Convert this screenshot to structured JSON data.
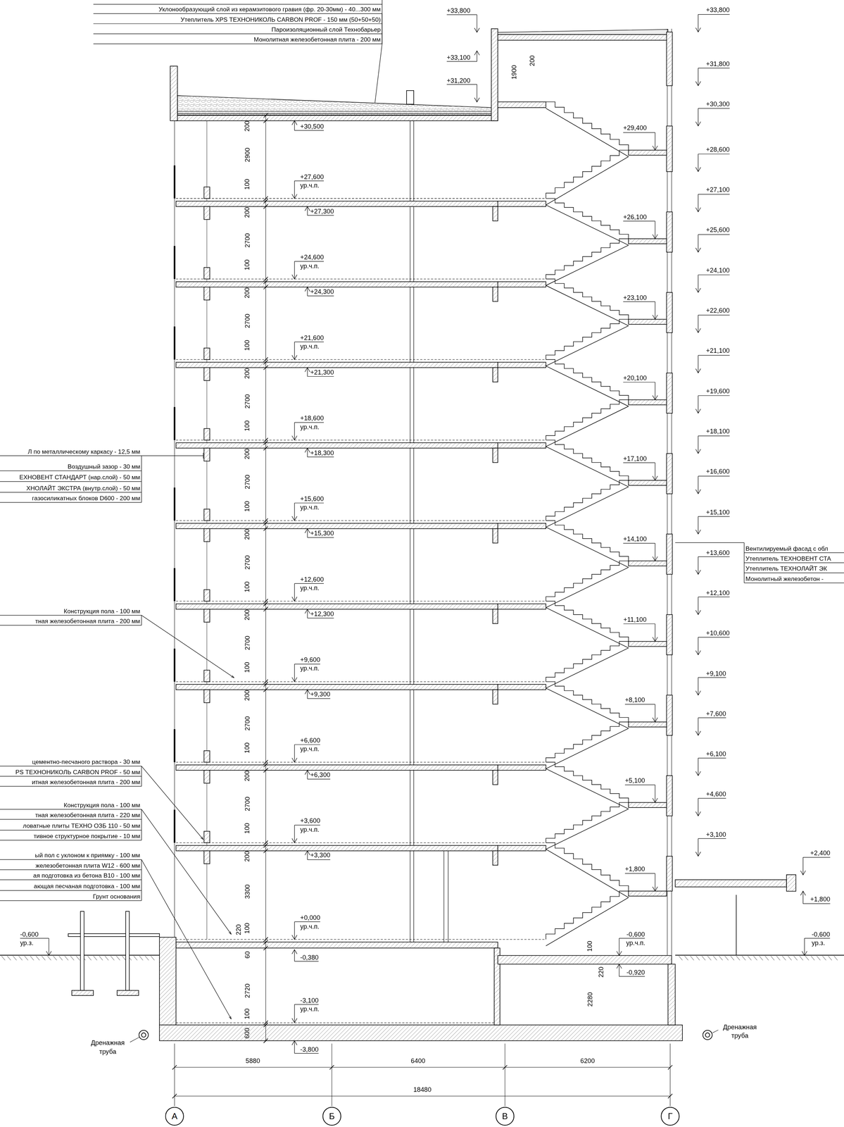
{
  "diagram": {
    "nodes": [
      {
        "text": [
          "А"
        ]
      },
      {
        "text": [
          "Б"
        ]
      },
      {
        "text": [
          "В"
        ]
      },
      {
        "text": [
          "Г"
        ]
      }
    ],
    "labels": [
      "Уклонообразующий слой из керамзитового гравия (фр. 20-30мм) - 40...300 мм",
      "Утеплитель XPS ТЕХНОНИКОЛЬ CARBON PROF - 150 мм (50+50+50)",
      "Пароизоляционный слой Технобарьер",
      "Монолитная железобетонная плита - 200 мм",
      "Л по металлическому каркасу - 12,5 мм",
      "Воздушный зазор - 30 мм",
      "ЕХНОВЕНТ СТАНДАРТ (нар.слой) - 50 мм",
      "ХНОЛАЙТ ЭКСТРА (внутр.слой) - 50 мм",
      "газосиликатных блоков D600 - 200 мм",
      "Конструкция пола - 100 мм",
      "тная железобетонная плита - 200 мм",
      "цементно-песчаного раствора - 30 мм",
      "PS ТЕХНОНИКОЛЬ CARBON PROF - 50 мм",
      "итная железобетонная плита - 200 мм",
      "Конструкция пола - 100 мм",
      "тная железобетонная плита - 220 мм",
      "ловатные плиты ТЕХНО ОЗБ 110 - 50 мм",
      "тивное структурное покрытие - 10 мм",
      "ый пол с уклоном к приямку - 100 мм",
      "железобетонная плита W12 - 600 мм",
      "ая подготовка из бетона В10 - 100 мм",
      "ающая песчаная подготовка - 100 мм",
      "Грунт основания",
      "Вентилируемый фасад с обл",
      "Утеплитель ТЕХНОВЕНТ СТА",
      "Утеплитель ТЕХНОЛАЙТ ЭК",
      "Монолитный железобетон -",
      "+30,500",
      "+27,600",
      "ур.ч.п.",
      "+27,300",
      "+24,600",
      "ур.ч.п.",
      "+24,300",
      "+21,600",
      "ур.ч.п.",
      "+21,300",
      "+18,600",
      "ур.ч.п.",
      "+18,300",
      "+15,600",
      "ур.ч.п.",
      "+15,300",
      "+12,600",
      "ур.ч.п.",
      "+12,300",
      "+9,600",
      "ур.ч.п.",
      "+9,300",
      "+6,600",
      "ур.ч.п.",
      "+6,300",
      "+3,600",
      "ур.ч.п.",
      "+3,300",
      "+0,000",
      "ур.ч.п.",
      "-0,380",
      "-3,100",
      "ур.ч.п.",
      "-3,800",
      "200",
      "2900",
      "100",
      "200",
      "2700",
      "100",
      "200",
      "2700",
      "100",
      "200",
      "2700",
      "100",
      "200",
      "2700",
      "100",
      "200",
      "2700",
      "100",
      "200",
      "2700",
      "100",
      "200",
      "2700",
      "100",
      "200",
      "2700",
      "100",
      "200",
      "3300",
      "100",
      "60",
      "2720",
      "100",
      "600",
      "220",
      "+29,400",
      "+26,100",
      "+23,100",
      "+20,100",
      "+17,100",
      "+14,100",
      "+11,100",
      "+8,100",
      "+5,100",
      "+1,800",
      "-0,600",
      "ур.ч.п.",
      "-0,920",
      "100",
      "220",
      "2280",
      "+33,800",
      "+31,800",
      "+30,300",
      "+28,600",
      "+27,100",
      "+25,600",
      "+24,100",
      "+22,600",
      "+21,100",
      "+19,600",
      "+18,100",
      "+16,600",
      "+15,100",
      "+13,600",
      "+12,100",
      "+10,600",
      "+9,100",
      "+7,600",
      "+6,100",
      "+4,600",
      "+3,100",
      "+2,400",
      "+1,800",
      "-0,600",
      "ур.з.",
      "+33,800",
      "+33,100",
      "+31,200",
      "1900",
      "200",
      "-0,600",
      "ур.з.",
      "Дренажная труба",
      "Дренажная труба",
      "5880",
      "6400",
      "6200",
      "18480"
    ]
  }
}
